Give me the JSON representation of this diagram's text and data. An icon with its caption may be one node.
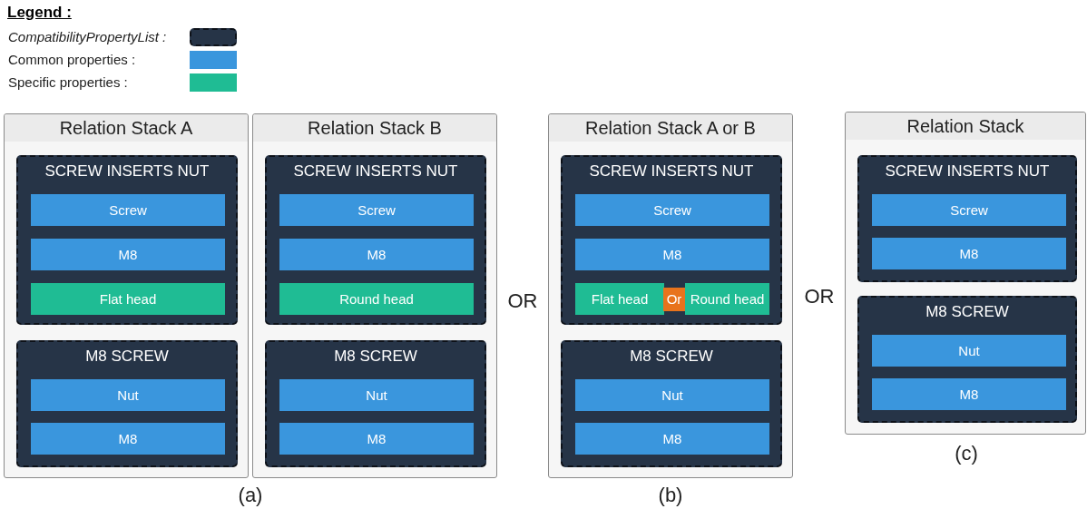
{
  "diagram": {
    "nodes": [
      {
        "text": [
          "Relation Stack A"
        ]
      },
      {
        "text": [
          "SCREW INSERTS NUT"
        ],
        "in": 0
      },
      {
        "text": [
          "Screw"
        ],
        "in": 1
      },
      {
        "text": [
          "M8"
        ],
        "in": 1
      },
      {
        "text": [
          "Flat head"
        ],
        "in": 1
      },
      {
        "text": [
          "M8 SCREW"
        ],
        "in": 0
      },
      {
        "text": [
          "Nut"
        ],
        "in": 5
      },
      {
        "text": [
          "M8"
        ],
        "in": 5
      },
      {
        "text": [
          "Relation Stack B"
        ]
      },
      {
        "text": [
          "SCREW INSERTS NUT"
        ],
        "in": 8
      },
      {
        "text": [
          "Screw"
        ],
        "in": 9
      },
      {
        "text": [
          "M8"
        ],
        "in": 9
      },
      {
        "text": [
          "Round head"
        ],
        "in": 9
      },
      {
        "text": [
          "M8 SCREW"
        ],
        "in": 8
      },
      {
        "text": [
          "Nut"
        ],
        "in": 13
      },
      {
        "text": [
          "M8"
        ],
        "in": 13
      },
      {
        "text": [
          "Relation Stack A or B"
        ]
      },
      {
        "text": [
          "SCREW INSERTS NUT"
        ],
        "in": 16
      },
      {
        "text": [
          "Screw"
        ],
        "in": 17
      },
      {
        "text": [
          "M8"
        ],
        "in": 17
      },
      {
        "text": [
          "Flat head"
        ],
        "in": 17
      },
      {
        "text": [
          "Or"
        ],
        "in": 17
      },
      {
        "text": [
          "Round head"
        ],
        "in": 17
      },
      {
        "text": [
          "M8 SCREW"
        ],
        "in": 16
      },
      {
        "text": [
          "Nut"
        ],
        "in": 23
      },
      {
        "text": [
          "M8"
        ],
        "in": 23
      },
      {
        "text": [
          "Relation Stack"
        ]
      },
      {
        "text": [
          "SCREW INSERTS NUT"
        ],
        "in": 26
      },
      {
        "text": [
          "Screw"
        ],
        "in": 27
      },
      {
        "text": [
          "M8"
        ],
        "in": 27
      },
      {
        "text": [
          "M8 SCREW"
        ],
        "in": 26
      },
      {
        "text": [
          "Nut"
        ],
        "in": 30
      },
      {
        "text": [
          "M8"
        ],
        "in": 30
      }
    ],
    "labels": [
      "Legend :",
      "OR",
      "OR",
      "(a)",
      "(b)",
      "(c)"
    ],
    "legend": [
      {
        "text": "CompatibilityPropertyList :"
      },
      {
        "text": "Common properties :",
        "color": "#3a96dd"
      },
      {
        "text": "Specific properties :",
        "color": "#1fbc94"
      }
    ]
  }
}
